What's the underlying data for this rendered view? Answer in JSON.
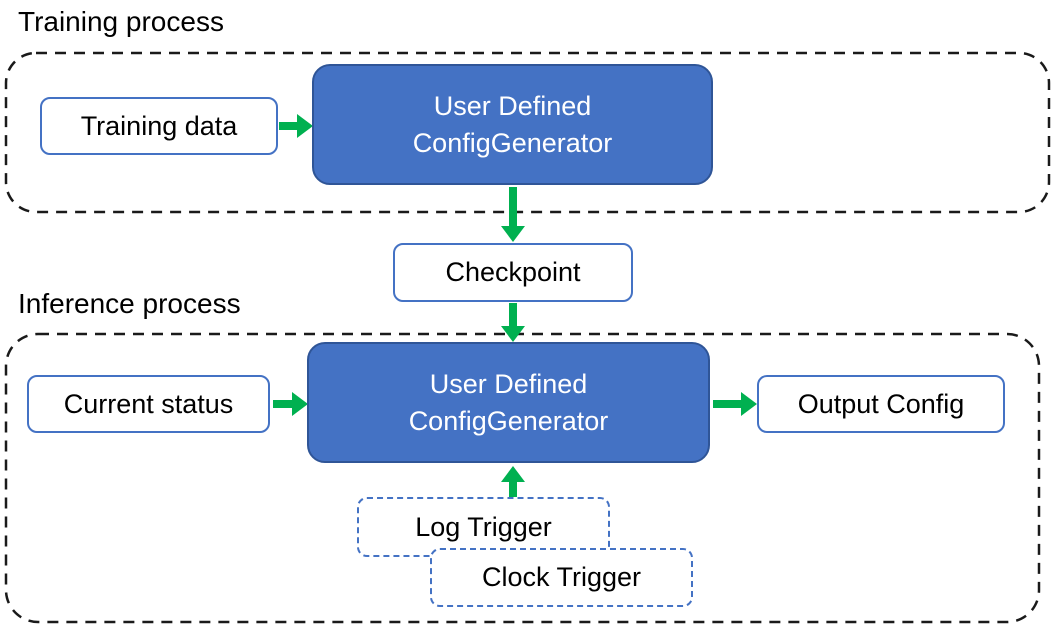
{
  "colors": {
    "node_fill_blue": "#4472c4",
    "node_border_dark_blue": "#2f5597",
    "light_box_border_blue": "#4472c4",
    "trigger_border_blue": "#4472c4",
    "arrow_green": "#00b050",
    "container_dash_black": "#1a1a1a",
    "text_dark": "#000000",
    "text_on_blue": "#ffffff"
  },
  "training": {
    "section_label": "Training process",
    "training_data_label": "Training data",
    "generator_line1": "User Defined",
    "generator_line2": "ConfigGenerator"
  },
  "checkpoint": {
    "label": "Checkpoint"
  },
  "inference": {
    "section_label": "Inference process",
    "current_status_label": "Current status",
    "generator_line1": "User Defined",
    "generator_line2": "ConfigGenerator",
    "output_config_label": "Output Config",
    "log_trigger_label": "Log Trigger",
    "clock_trigger_label": "Clock Trigger"
  }
}
